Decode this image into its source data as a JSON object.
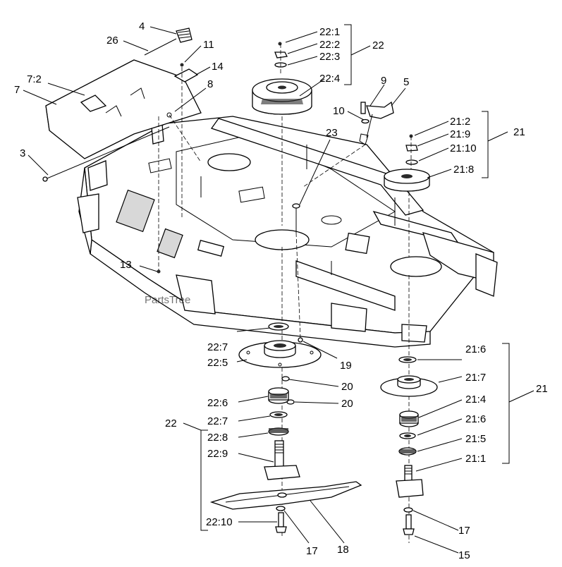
{
  "watermark": "PartsTree",
  "labels": {
    "l4": "4",
    "l26": "26",
    "l11": "11",
    "l14": "14",
    "l8": "8",
    "l7_2": "7:2",
    "l7": "7",
    "l3": "3",
    "l22_1": "22:1",
    "l22_2": "22:2",
    "l22_3": "22:3",
    "l22_4": "22:4",
    "l22_top": "22",
    "l9": "9",
    "l5": "5",
    "l10": "10",
    "l23": "23",
    "l21_2": "21:2",
    "l21_9": "21:9",
    "l21_10": "21:10",
    "l21_8": "21:8",
    "l21_top": "21",
    "l13": "13",
    "l22_7a": "22:7",
    "l22_5": "22:5",
    "l19": "19",
    "l20a": "20",
    "l22_6": "22:6",
    "l20b": "20",
    "l22_left": "22",
    "l22_7b": "22:7",
    "l22_8": "22:8",
    "l22_9": "22:9",
    "l22_10": "22:10",
    "l17a": "17",
    "l18": "18",
    "l21_6a": "21:6",
    "l21_7": "21:7",
    "l21_right": "21",
    "l21_4": "21:4",
    "l21_6b": "21:6",
    "l21_5": "21:5",
    "l21_1": "21:1",
    "l17b": "17",
    "l15": "15"
  }
}
